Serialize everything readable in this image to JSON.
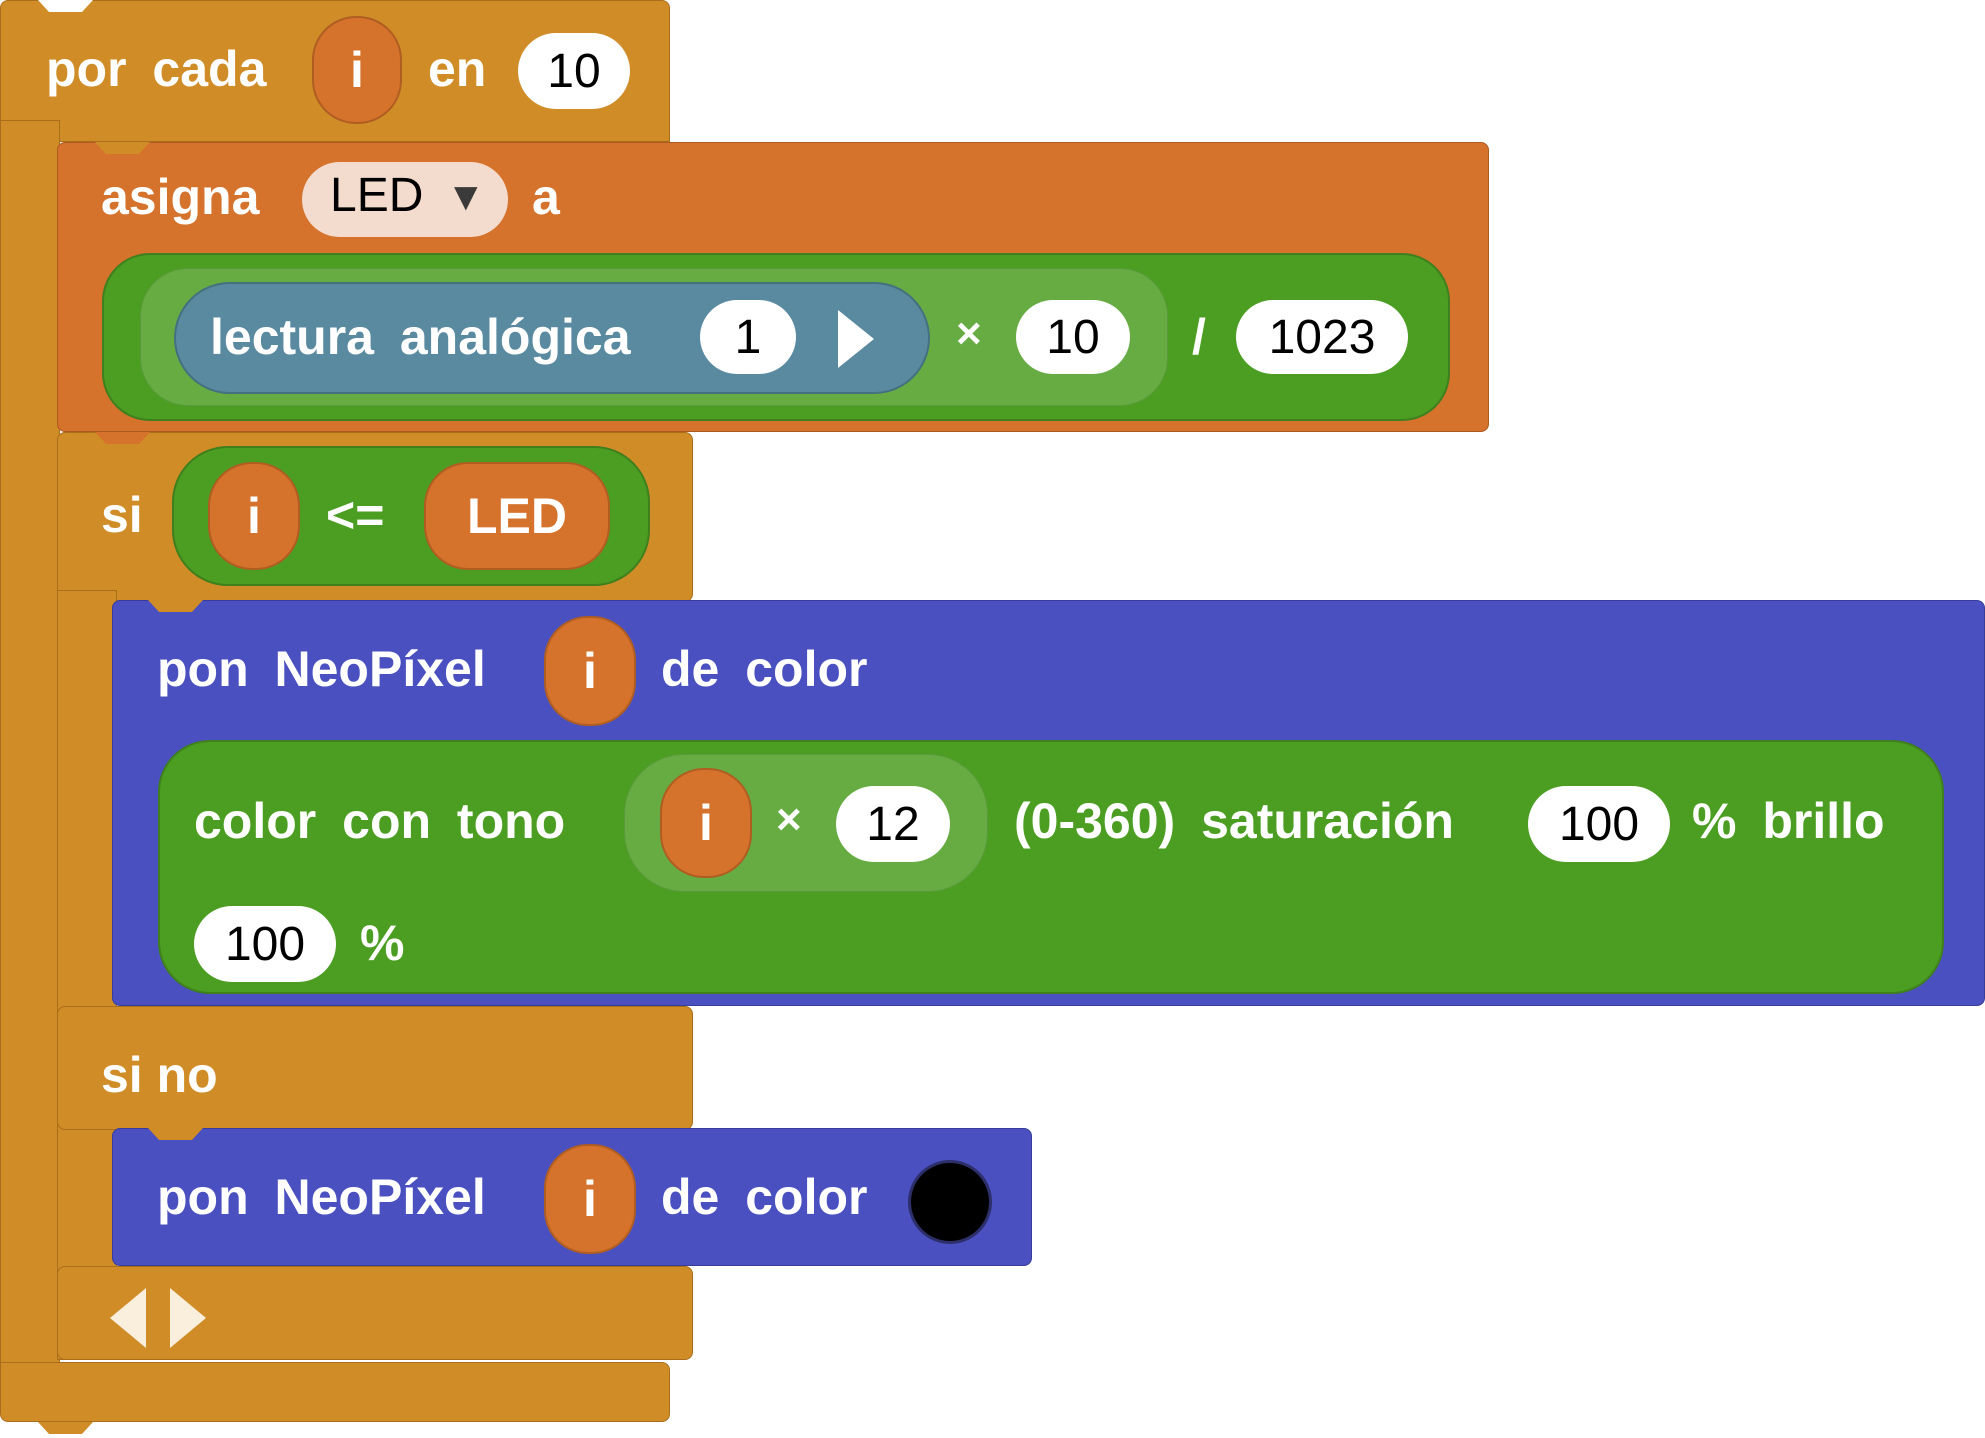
{
  "for_each": {
    "label_por_cada": "por cada",
    "var": "i",
    "label_en": "en",
    "count": "10"
  },
  "assign": {
    "label_asigna": "asigna",
    "var": "LED",
    "dropdown_arrow": "▼",
    "label_a": "a",
    "analog_label": "lectura analógica",
    "analog_pin": "1",
    "times_op": "×",
    "multiplier": "10",
    "divide_op": "/",
    "divisor": "1023"
  },
  "if_block": {
    "label_si": "si",
    "left_var": "i",
    "operator": "<=",
    "right_var": "LED",
    "label_else": "si no"
  },
  "neopixel_1": {
    "label_pon": "pon NeoPíxel",
    "index_var": "i",
    "label_de_color": "de color",
    "color_label": "color con tono",
    "hue_var": "i",
    "hue_op": "×",
    "hue_factor": "12",
    "range_label": "(0-360) saturación",
    "saturation": "100",
    "brightness_label": "% brillo",
    "brightness": "100",
    "percent": "%"
  },
  "neopixel_2": {
    "label_pon": "pon NeoPíxel",
    "index_var": "i",
    "label_de_color": "de color",
    "swatch_color": "#000000"
  },
  "colors": {
    "loop": "#d08c26",
    "variable": "#d5732c",
    "neopixel": "#4a50bf",
    "math": "#4b9e22",
    "math_inner": "#66ac43",
    "input": "#5a8aa0"
  }
}
